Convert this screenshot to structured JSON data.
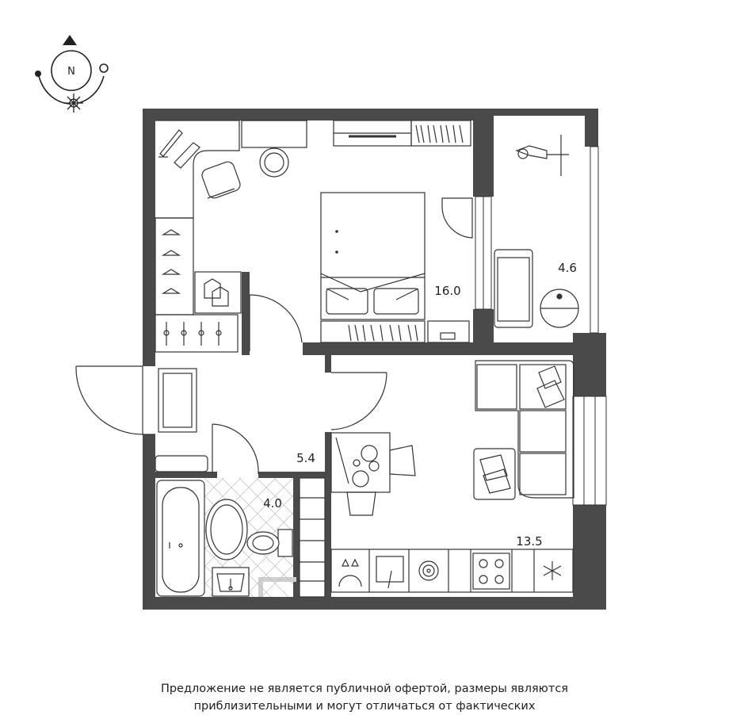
{
  "compass": {
    "north_label": "N"
  },
  "rooms": [
    {
      "id": "bedroom",
      "area": "16.0"
    },
    {
      "id": "balcony",
      "area": "4.6"
    },
    {
      "id": "hall",
      "area": "5.4"
    },
    {
      "id": "bathroom",
      "area": "4.0"
    },
    {
      "id": "kitchen-living",
      "area": "13.5"
    }
  ],
  "disclaimer": {
    "line1": "Предложение не является публичной офертой, размеры являются",
    "line2": "приблизительными и могут отличаться от фактических"
  },
  "colors": {
    "wall": "#4a4a4a",
    "line": "#333333",
    "background": "#ffffff"
  }
}
